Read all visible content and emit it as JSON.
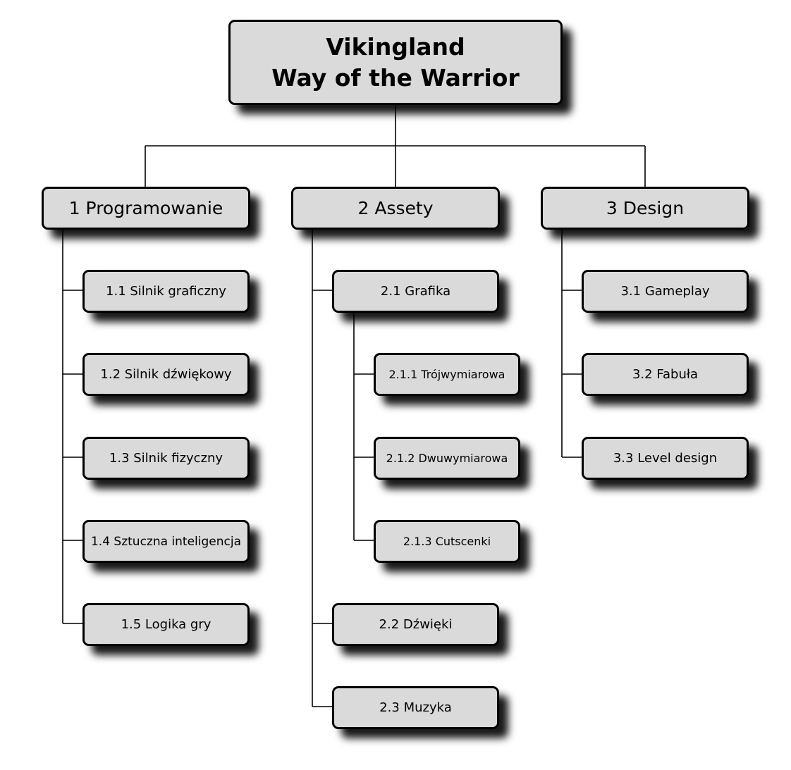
{
  "root": {
    "title_line1": "Vikingland",
    "title_line2": "Way of the Warrior"
  },
  "branches": [
    {
      "label": "1 Programowanie",
      "children": [
        {
          "label": "1.1 Silnik graficzny"
        },
        {
          "label": "1.2 Silnik dźwiękowy"
        },
        {
          "label": "1.3 Silnik fizyczny"
        },
        {
          "label": "1.4 Sztuczna inteligencja"
        },
        {
          "label": "1.5 Logika gry"
        }
      ]
    },
    {
      "label": "2 Assety",
      "children": [
        {
          "label": "2.1 Grafika",
          "children": [
            {
              "label": "2.1.1 Trójwymiarowa"
            },
            {
              "label": "2.1.2 Dwuwymiarowa"
            },
            {
              "label": "2.1.3 Cutscenki"
            }
          ]
        },
        {
          "label": "2.2 Dźwięki"
        },
        {
          "label": "2.3 Muzyka"
        }
      ]
    },
    {
      "label": "3 Design",
      "children": [
        {
          "label": "3.1 Gameplay"
        },
        {
          "label": "3.2 Fabuła"
        },
        {
          "label": "3.3 Level design"
        }
      ]
    }
  ],
  "colors": {
    "box_fill": "#dadada",
    "border": "#000000",
    "line": "#000000",
    "background": "#ffffff"
  }
}
